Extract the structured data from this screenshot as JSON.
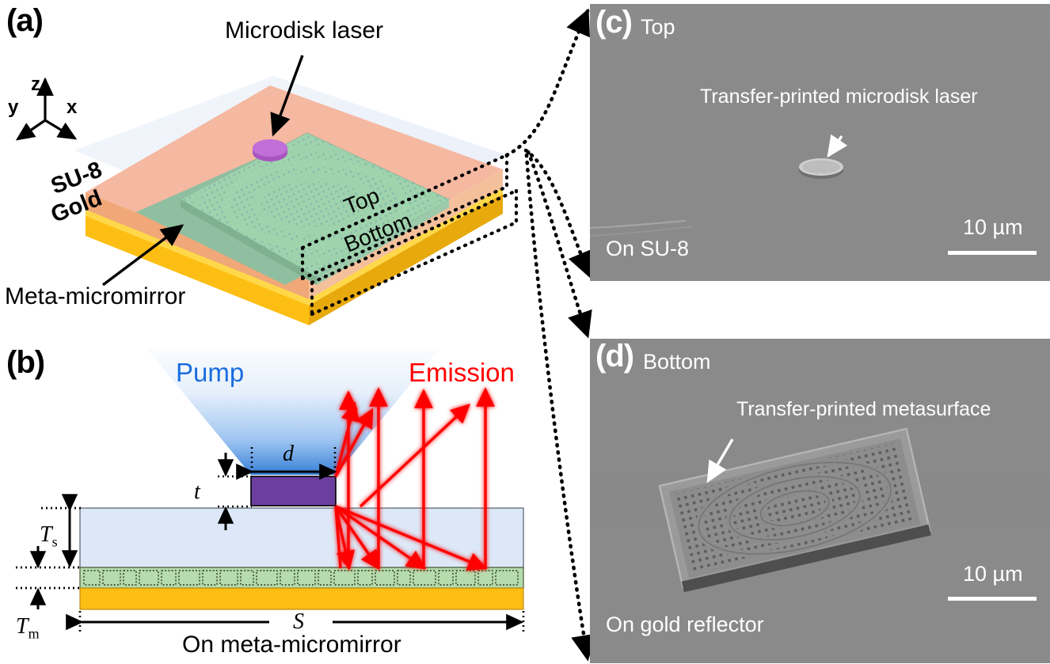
{
  "figure": {
    "panels": [
      {
        "id": "a",
        "label": "(a)"
      },
      {
        "id": "b",
        "label": "(b)"
      },
      {
        "id": "c",
        "label": "(c)"
      },
      {
        "id": "d",
        "label": "(d)"
      }
    ]
  },
  "panel_a": {
    "label": "(a)",
    "title": "Microdisk laser",
    "axis": {
      "x": "x",
      "y": "y",
      "z": "z"
    },
    "layer_labels": {
      "su8": "SU-8",
      "gold": "Gold"
    },
    "callout": "Meta-micromirror",
    "face_top": "Top",
    "face_bottom": "Bottom",
    "colors": {
      "su8_top": "#f5b8a0",
      "su8_side": "#f0a878",
      "gold": "#fcbe12",
      "gold_edge": "#ffd84a",
      "metasurface": "#9fd3ad",
      "metasurface_edge": "#8fbfa0",
      "glass": "#eef2fa",
      "disk": "#c06fd8",
      "disk_edge": "#a855c0"
    }
  },
  "panel_b": {
    "label": "(b)",
    "pump_label": "Pump",
    "emission_label": "Emission",
    "caption": "On meta-micromirror",
    "dimensions": {
      "d": "d",
      "t": "t",
      "Ts_base": "T",
      "Ts_sub": "s",
      "Tm_base": "T",
      "Tm_sub": "m",
      "S": "S"
    },
    "colors": {
      "pump": "#2a7fe0",
      "emission": "#ff0000",
      "disk": "#6b3fa0",
      "su8": "#dce8f7",
      "metasurface": "#b6dbac",
      "gold": "#fcbe12"
    }
  },
  "panel_c": {
    "label": "(c)",
    "sublabel": "Top",
    "annotation": "Transfer-printed microdisk laser",
    "substrate_note": "On SU-8",
    "scalebar": "10 µm"
  },
  "panel_d": {
    "label": "(d)",
    "sublabel": "Bottom",
    "annotation": "Transfer-printed metasurface",
    "substrate_note": "On gold reflector",
    "scalebar": "10 µm"
  }
}
